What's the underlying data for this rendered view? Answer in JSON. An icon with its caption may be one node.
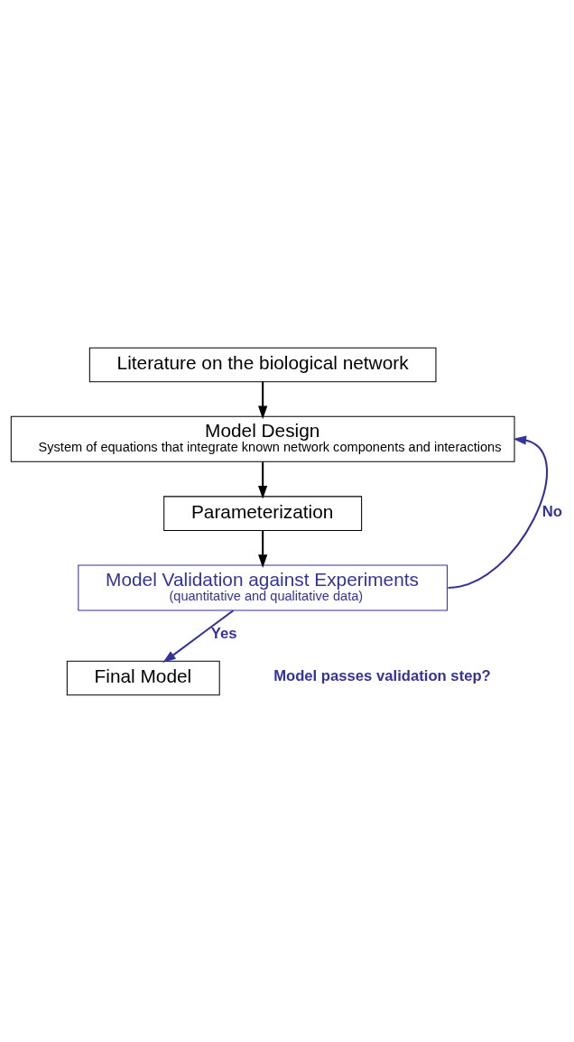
{
  "diagram": {
    "nodes": [
      {
        "text": [
          "Literature on the biological network"
        ]
      },
      {
        "text": [
          "Model Design",
          "System of equations that integrate known network components and interactions"
        ]
      },
      {
        "text": [
          "Parameterization"
        ]
      },
      {
        "text": [
          "Model Validation against Experiments",
          "(quantitative and qualitative data)"
        ]
      },
      {
        "text": [
          "Final Model"
        ]
      }
    ],
    "edges": [
      {
        "from": 0,
        "to": 1,
        "arrow": "to"
      },
      {
        "from": 1,
        "to": 2,
        "arrow": "to"
      },
      {
        "from": 2,
        "to": 3,
        "arrow": "to"
      },
      {
        "from": 3,
        "to": 1,
        "arrow": "to",
        "label": "No",
        "color": "#333399"
      },
      {
        "from": 3,
        "to": 4,
        "arrow": "to",
        "label": "Yes",
        "color": "#333399"
      }
    ],
    "labels": [
      "Model passes validation step?"
    ]
  }
}
